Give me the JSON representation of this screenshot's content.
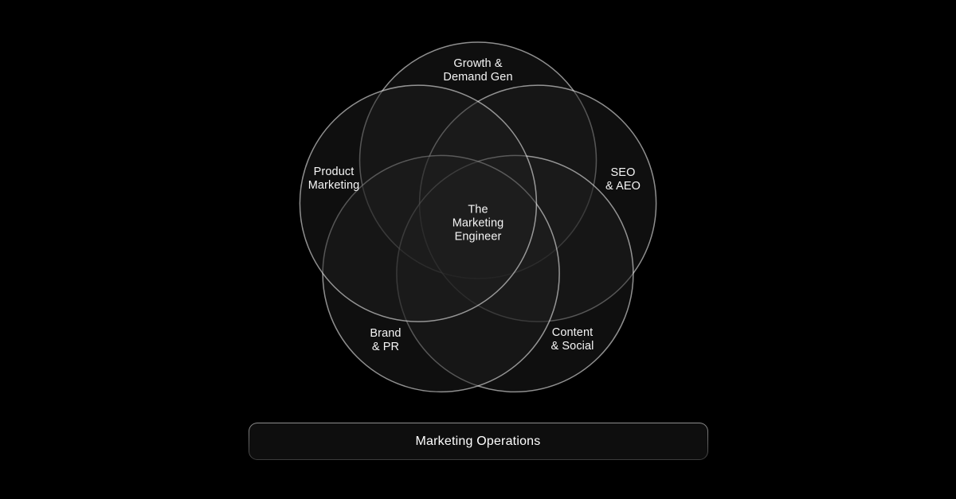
{
  "venn": {
    "circles": [
      {
        "name": "Growth & Demand Gen",
        "label": [
          "Growth &",
          "Demand Gen"
        ]
      },
      {
        "name": "SEO & AEO",
        "label": [
          "SEO",
          "& AEO"
        ]
      },
      {
        "name": "Content & Social",
        "label": [
          "Content",
          "& Social"
        ]
      },
      {
        "name": "Brand & PR",
        "label": [
          "Brand",
          "& PR"
        ]
      },
      {
        "name": "Product Marketing",
        "label": [
          "Product",
          "Marketing"
        ]
      }
    ],
    "center_label": [
      "The",
      "Marketing",
      "Engineer"
    ],
    "colors": {
      "background": "#000000",
      "circle_fill": "rgba(30,30,30,0.5)",
      "circle_stroke": "rgba(255,255,255,0.55)",
      "label_text": "#f5f5f5",
      "bar_background": "#0e0e0e",
      "bar_border_top": "#8f8f8f",
      "bar_border_bottom": "#3a3a3a",
      "bar_text": "#ffffff"
    }
  },
  "footer_bar": {
    "label": "Marketing Operations"
  }
}
